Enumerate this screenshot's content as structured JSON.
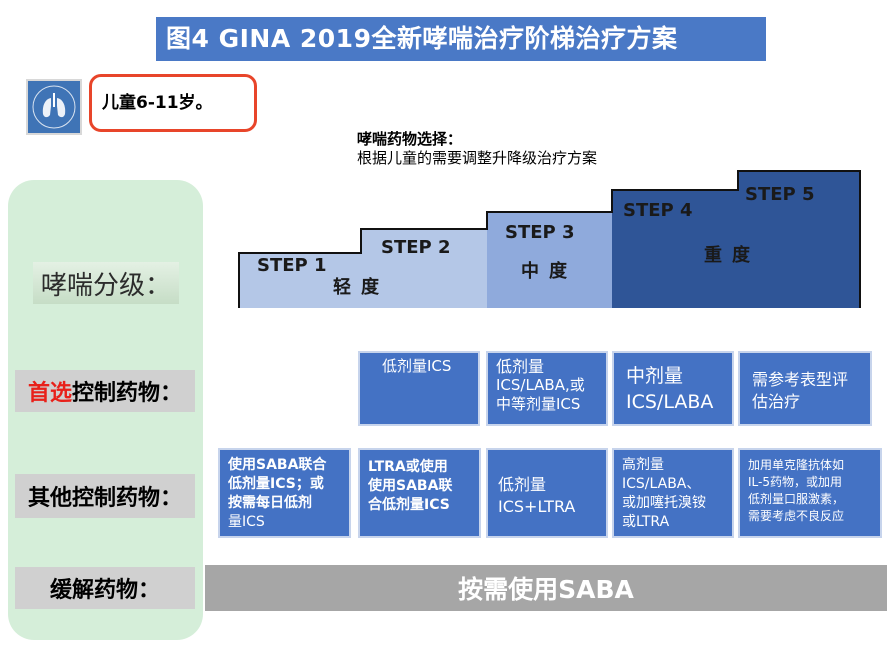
{
  "title": "图4 GINA 2019全新哮喘治疗阶梯治疗方案",
  "age_group": "儿童6-11岁。",
  "subtitle": {
    "line1": "哮喘药物选择：",
    "line2": "根据儿童的需要调整升降级治疗方案"
  },
  "row_labels": {
    "grade": "哮喘分级：",
    "preferred_red": "首选",
    "preferred_rest": "控制药物：",
    "other": "其他控制药物：",
    "relief": "缓解药物："
  },
  "steps": [
    {
      "label": "STEP 1"
    },
    {
      "label": "STEP 2"
    },
    {
      "label": "STEP 3"
    },
    {
      "label": "STEP 4"
    },
    {
      "label": "STEP 5"
    }
  ],
  "severity": {
    "mild": "轻度",
    "moderate": "中度",
    "severe": "重度"
  },
  "preferred": [
    {
      "lines": [
        "低剂量ICS"
      ]
    },
    {
      "lines": [
        "低剂量",
        "ICS/LABA,或",
        "中等剂量ICS"
      ]
    },
    {
      "lines": [
        "中剂量",
        "ICS/LABA"
      ]
    },
    {
      "lines": [
        "需参考表型评",
        "估治疗"
      ]
    }
  ],
  "other": [
    {
      "lines": [
        "使用SABA联合",
        "低剂量ICS；或",
        "按需每日低剂",
        "量ICS"
      ]
    },
    {
      "lines": [
        "LTRA或使用",
        "使用SABA联",
        "合低剂量ICS"
      ]
    },
    {
      "lines": [
        "低剂量",
        "ICS+LTRA"
      ]
    },
    {
      "lines": [
        "高剂量",
        "ICS/LABA、",
        "或加噻托溴铵",
        "或LTRA"
      ]
    },
    {
      "lines": [
        "加用单克隆抗体如",
        "IL-5药物，或加用",
        "低剂量口服激素，",
        "需要考虑不良反应"
      ]
    }
  ],
  "relief": "按需使用SABA",
  "colors": {
    "title_bg": "#4a79c6",
    "box_bg": "#4472c4",
    "step1": "#b4c7e7",
    "step3": "#8faadc",
    "step45": "#2f5597",
    "relief_bg": "#a6a6a6",
    "panel_bg": "#d5eed9",
    "highlight": "#e8452a"
  },
  "logo_icon": "global-initiative-asthma-logo-icon"
}
